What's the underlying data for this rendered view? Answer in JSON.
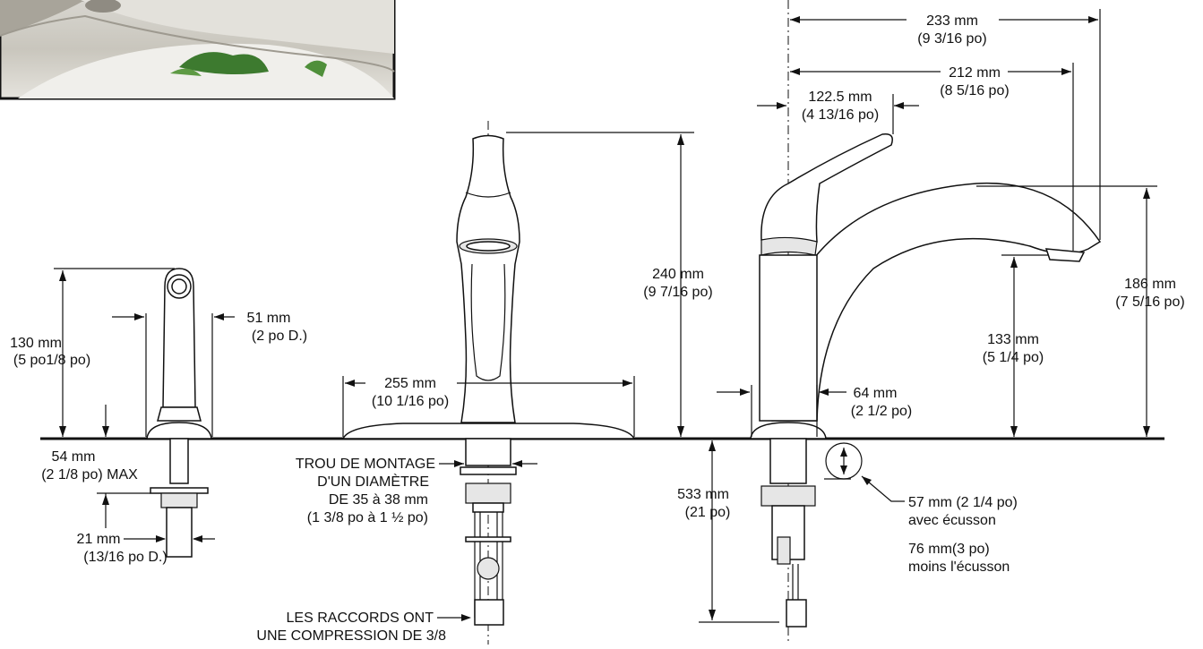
{
  "labels": {
    "sprayer_height": [
      "130 mm",
      "(5 po1/8 po)"
    ],
    "sprayer_width": [
      "51 mm",
      "(2 po D.)"
    ],
    "sprayer_thickness": [
      "54 mm",
      "(2 1/8 po) MAX"
    ],
    "sprayer_hole": [
      "21 mm",
      "(13/16 po D.)"
    ],
    "deckplate_width": [
      "255 mm",
      "(10 1/16 po)"
    ],
    "spout_height": [
      "240 mm",
      "(9 7/16 po)"
    ],
    "mount_hole": [
      "TROU DE MONTAGE",
      "D'UN DIAMÈTRE",
      "DE 35 à 38 mm",
      "(1 3/8 po à 1 ½ po)"
    ],
    "connections": [
      "LES RACCORDS ONT",
      "UNE COMPRESSION DE 3/8"
    ],
    "reach_233": [
      "233 mm",
      "(9 3/16 po)"
    ],
    "reach_212": [
      "212 mm",
      "(8 5/16 po)"
    ],
    "handle_122": [
      "122.5 mm",
      "(4 13/16 po)"
    ],
    "height_186": [
      "186 mm",
      "(7 5/16 po)"
    ],
    "height_133": [
      "133 mm",
      "(5 1/4 po)"
    ],
    "base_64": [
      "64 mm",
      "(2 1/2 po)"
    ],
    "below_533": [
      "533 mm",
      "(21 po)"
    ],
    "deck_with": [
      "57 mm (2 1/4 po)",
      "avec écusson"
    ],
    "deck_without": [
      "76 mm(3 po)",
      "moins l'écusson"
    ]
  },
  "icons": [
    "kitchen-sink-photo",
    "side-sprayer-drawing",
    "faucet-front-drawing",
    "faucet-side-drawing",
    "dimension-arrows"
  ]
}
